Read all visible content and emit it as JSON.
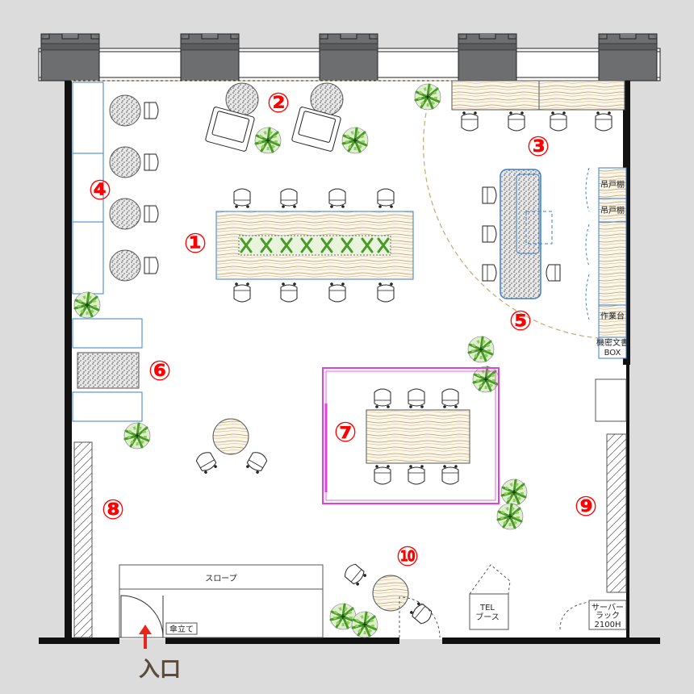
{
  "zones": [
    {
      "id": "zone-1",
      "number": "①"
    },
    {
      "id": "zone-2",
      "number": "②"
    },
    {
      "id": "zone-3",
      "number": "③"
    },
    {
      "id": "zone-4",
      "number": "④"
    },
    {
      "id": "zone-5",
      "number": "⑤"
    },
    {
      "id": "zone-6",
      "number": "⑥"
    },
    {
      "id": "zone-7",
      "number": "⑦"
    },
    {
      "id": "zone-8",
      "number": "⑧"
    },
    {
      "id": "zone-9",
      "number": "⑨"
    },
    {
      "id": "zone-10",
      "number": "⑩"
    }
  ],
  "labels": {
    "entrance": "入口",
    "slope": "スロープ",
    "cabinet_1": "吊戸棚",
    "cabinet_2": "吊戸棚",
    "worktable": "作業台",
    "confidential_box_1": "機密文書",
    "confidential_box_2": "BOX",
    "tel_booth_1": "TEL",
    "tel_booth_2": "ブース",
    "server_rack_1": "サーバー",
    "server_rack_2": "ラック",
    "server_rack_3": "2100H",
    "umbrella_stand": "傘立て"
  },
  "colors": {
    "number": "#ff0000",
    "wall": "#111111",
    "meeting_room": "#e040e0",
    "blue_furniture": "#3a7fd0",
    "plant": "#6fbf3a",
    "entrance_arrow": "#e8261e",
    "entrance_text": "#5a4a3a"
  }
}
